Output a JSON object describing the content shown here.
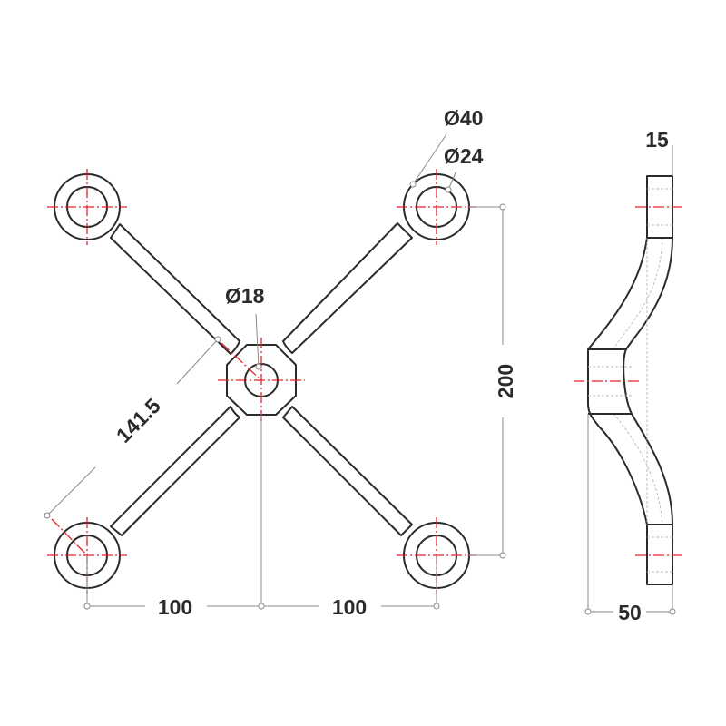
{
  "dimensions": {
    "outer_diameter": "Ø40",
    "hole_diameter": "Ø24",
    "center_hole_diameter": "Ø18",
    "arm_length": "141.5",
    "spacing_left": "100",
    "spacing_right": "100",
    "height": "200",
    "thickness": "15",
    "depth": "50"
  },
  "colors": {
    "outline": "#2b2b2b",
    "centerline": "#e8202a",
    "dimension_line": "#8a8a8a"
  }
}
